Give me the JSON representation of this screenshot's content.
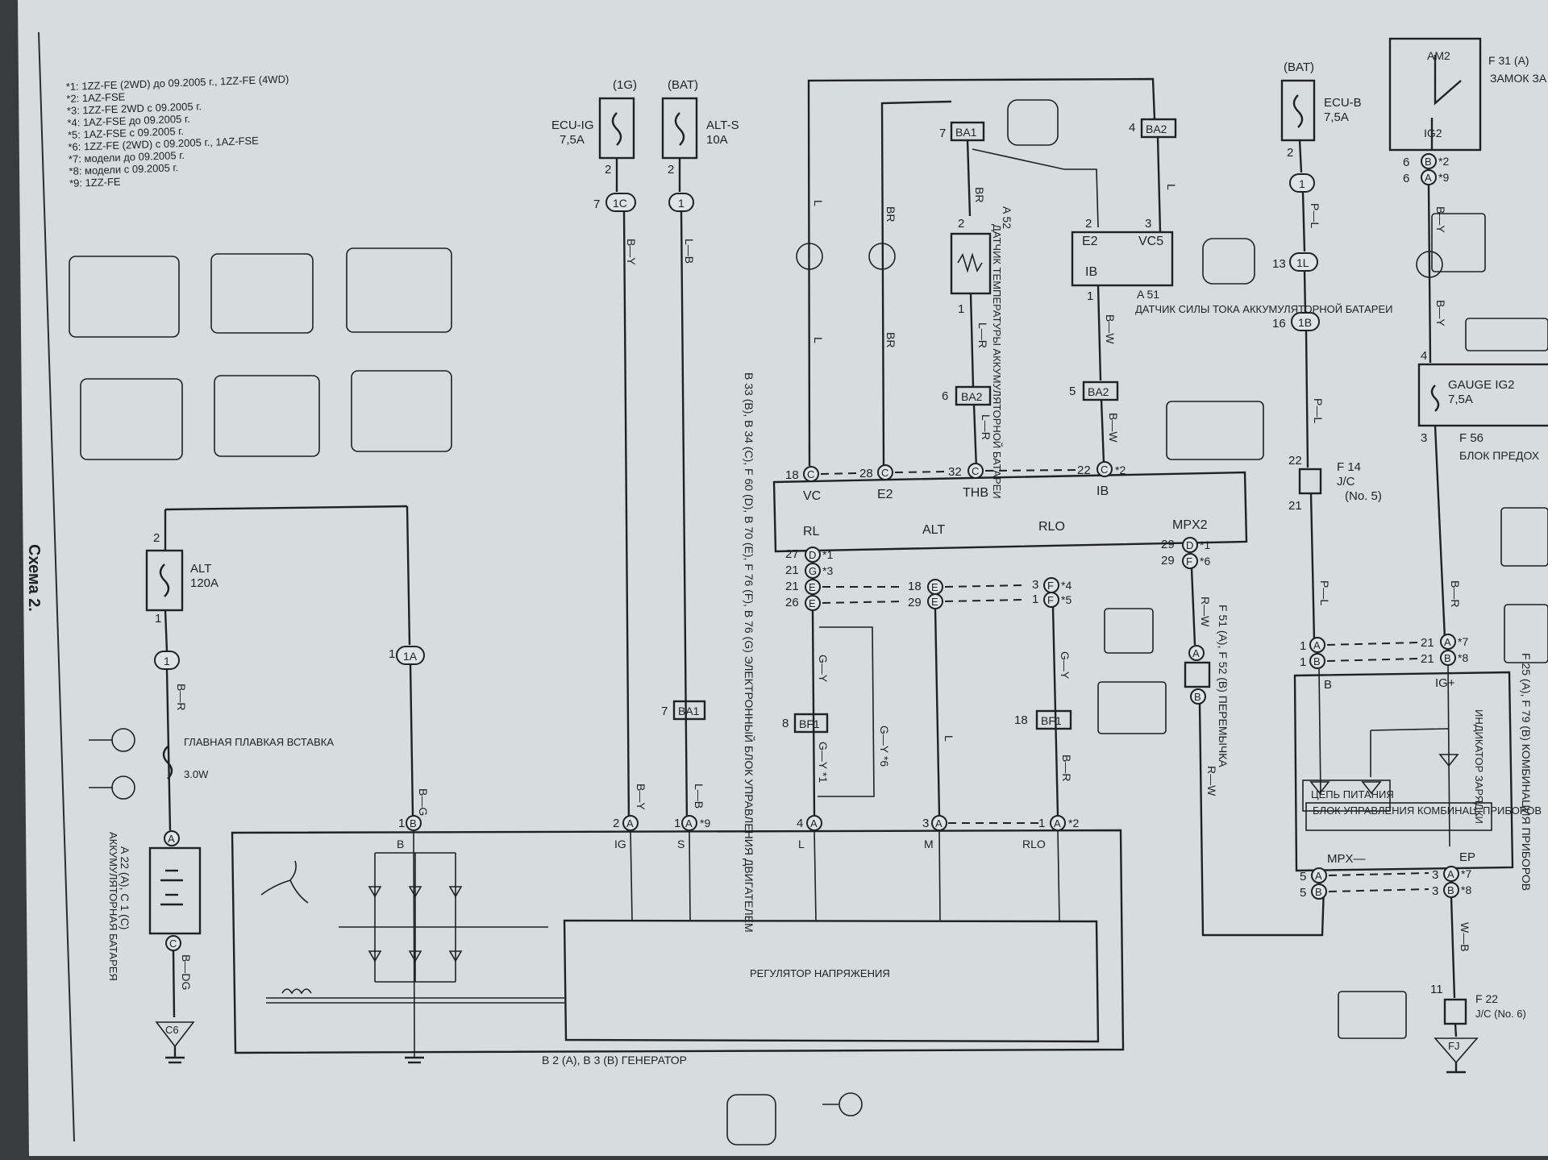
{
  "notes": [
    "*1: 1ZZ-FE (2WD) до 09.2005 г., 1ZZ-FE (4WD)",
    "*2: 1AZ-FSE",
    "*3: 1ZZ-FE 2WD с 09.2005 г.",
    "*4: 1AZ-FSE до 09.2005 г.",
    "*5: 1AZ-FSE с 09.2005 г.",
    "*6: 1ZZ-FE (2WD) с 09.2005 г., 1AZ-FSE",
    "*7: модели до 09.2005 г.",
    "*8: модели с 09.2005 г.",
    "*9: 1ZZ-FE"
  ],
  "scheme_title": "Схема 2.",
  "fuses": {
    "ecu_ig": {
      "source": "(1G)",
      "name": "ECU-IG",
      "rating": "7,5A",
      "pin_top": "2",
      "pin_conn": "7",
      "conn": "1C"
    },
    "alt_s": {
      "source": "(BAT)",
      "name": "ALT-S",
      "rating": "10A",
      "pin_top": "2",
      "conn": "1"
    },
    "ecu_b": {
      "source": "(BAT)",
      "name": "ECU-B",
      "rating": "7,5A",
      "pin_top": "2",
      "conn": "1"
    },
    "alt": {
      "name": "ALT",
      "rating": "120A",
      "pin_top": "2",
      "pin_bot": "1",
      "conn": "1"
    },
    "gauge": {
      "name": "GAUGE IG2",
      "rating": "7,5A",
      "pin_top": "4",
      "pin_bot": "3"
    }
  },
  "main_fusible_link": {
    "label": "ГЛАВНАЯ ПЛАВКАЯ ВСТАВКА",
    "rating": "3.0W"
  },
  "battery": {
    "code": "A 22 (A), C 1 (C)",
    "label": "АККУМУЛЯТОРНАЯ БАТАРЕЯ",
    "pin_a": "A",
    "pin_c": "C"
  },
  "grounds": {
    "c6": "C6",
    "fj": "FJ"
  },
  "wires": {
    "b_y": "B—Y",
    "l_b": "L—B",
    "b_r": "B—R",
    "b_g": "B—G",
    "b_dg": "B—DG",
    "l": "L",
    "br": "BR",
    "l_r": "L—R",
    "b_w": "B—W",
    "g_y": "G—Y",
    "g_y6": "G—Y *6",
    "g_y1": "G—Y *1",
    "r_w": "R—W",
    "p_l": "P—L",
    "w_b": "W—B"
  },
  "sensors": {
    "temp": {
      "code": "A 52",
      "label": "ДАТЧИК ТЕМПЕРАТУРЫ АККУМУЛЯТОРНОЙ БАТАРЕИ",
      "pin1": "1",
      "pin2": "2"
    },
    "current": {
      "code": "A 51",
      "label": "ДАТЧИК СИЛЫ ТОКА АККУМУЛЯТОРНОЙ БАТАРЕИ",
      "e2": "E2",
      "vc5": "VC5",
      "ib": "IB",
      "pin1": "1",
      "pin2": "2",
      "pin3": "3"
    }
  },
  "connectors": {
    "ba1_top": {
      "num": "7",
      "name": "BA1"
    },
    "ba2_top": {
      "num": "4",
      "name": "BA2"
    },
    "ba2_mid": {
      "num": "6",
      "name": "BA2"
    },
    "ba2_ib": {
      "num": "5",
      "name": "BA2"
    },
    "ba1_alt": {
      "num": "7",
      "name": "BA1"
    },
    "bf1_l": {
      "num": "8",
      "name": "BF1"
    },
    "bf1_r": {
      "num": "18",
      "name": "BF1"
    }
  },
  "ecu": {
    "label": "B 33 (B), B 34 (C), F 60 (D), B 70 (E), F 76 (F), B 76 (G) ЭЛЕКТРОННЫЙ БЛОК УПРАВЛЕНИЯ ДВИГАТЕЛЕМ",
    "top_pins": [
      "VC",
      "E2",
      "THB",
      "IB"
    ],
    "top_nums": [
      "18",
      "28",
      "32",
      "22"
    ],
    "bottom_pins": [
      "RL",
      "ALT",
      "RLO",
      "MPX2"
    ],
    "rl_pins": [
      "27 D *1",
      "21 G *3",
      "21 E",
      "26 E"
    ],
    "alt_pins": [
      "18 E",
      "29 E"
    ],
    "rlo_pins": [
      "3 F *4",
      "1 F *5"
    ],
    "mpx_pins": [
      "29 D *1",
      "29 F *6"
    ]
  },
  "jumper": {
    "label": "F 51 (A), F 52 (B) ПЕРЕМЫЧКА",
    "a": "A",
    "b": "B"
  },
  "generator": {
    "label": "B 2 (A), B 3 (B) ГЕНЕРАТОР",
    "regulator": "РЕГУЛЯТОР НАПРЯЖЕНИЯ",
    "terminals": [
      "B",
      "IG",
      "S",
      "L",
      "M",
      "RLO"
    ],
    "pins": [
      "1 B",
      "2 A",
      "1 A *9",
      "4 A",
      "3 A",
      "1 A *2"
    ]
  },
  "jc": {
    "code": "F 14",
    "name": "J/C",
    "sub": "(No. 5)",
    "pin_top": "22",
    "pin_bot": "21"
  },
  "jc22": {
    "code": "F 22",
    "name": "J/C (No. 6)",
    "pin": "11"
  },
  "combo": {
    "label": "F 25 (A), F 79 (B) КОМБИНАЦИЯ ПРИБОРОВ",
    "b": "B",
    "ig": "IG+",
    "mpx": "MPX—",
    "ep": "EP",
    "power": "ЦЕПЬ ПИТАНИЯ",
    "ctrl": "БЛОК УПРАВЛЕНИЯ КОМБИНАЦ. ПРИБОРОВ",
    "indicator": "ИНДИКАТОР ЗАРЯДКИ",
    "left_pins": [
      "1 A",
      "1 B",
      "5 A",
      "5 B"
    ],
    "right_pins": [
      "21 A *7",
      "21 B *8",
      "3 A *7",
      "3 B *8"
    ]
  },
  "ignition": {
    "code": "F 31 (A)",
    "label": "ЗАМОК ЗА",
    "am2": "AM2",
    "ig2": "IG2",
    "pins": [
      "6 B *2",
      "6 A *9"
    ]
  },
  "f56": {
    "code": "F 56",
    "label": "БЛОК ПРЕДОХ"
  },
  "pins_right": {
    "p13": "13",
    "p16": "16",
    "c1l": "1L",
    "c1b": "1B"
  }
}
